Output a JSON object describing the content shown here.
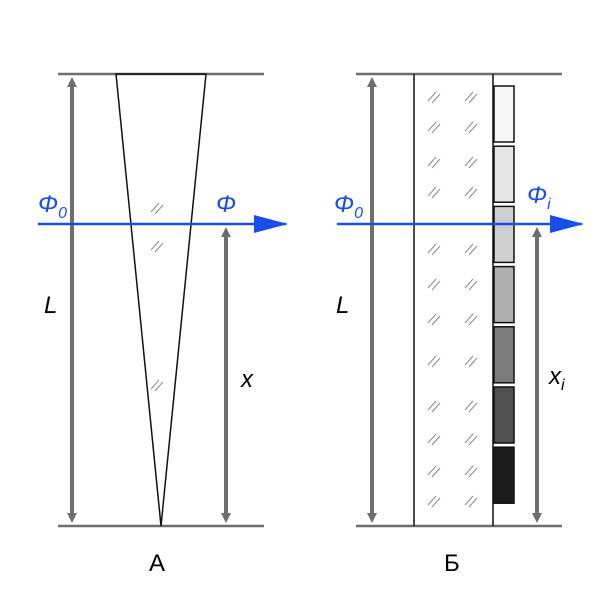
{
  "colors": {
    "frame": "#6e6e6e",
    "beam": "#1a4ee8",
    "outline": "#111111",
    "hatch": "#8a8a8a"
  },
  "panel_a": {
    "caption": "А",
    "flux_in": "Φ",
    "flux_in_sub": "0",
    "flux_out": "Φ",
    "length_label": "L",
    "height_label": "x"
  },
  "panel_b": {
    "caption": "Б",
    "flux_in": "Φ",
    "flux_in_sub": "0",
    "flux_out": "Φ",
    "flux_out_sub": "i",
    "length_label": "L",
    "height_label": "x",
    "height_label_sub": "i",
    "step_fills": [
      "#f7f7f7",
      "#e6e6e6",
      "#cfcfcf",
      "#b0b0b0",
      "#7c7c7c",
      "#505050",
      "#1c1c1c"
    ]
  }
}
